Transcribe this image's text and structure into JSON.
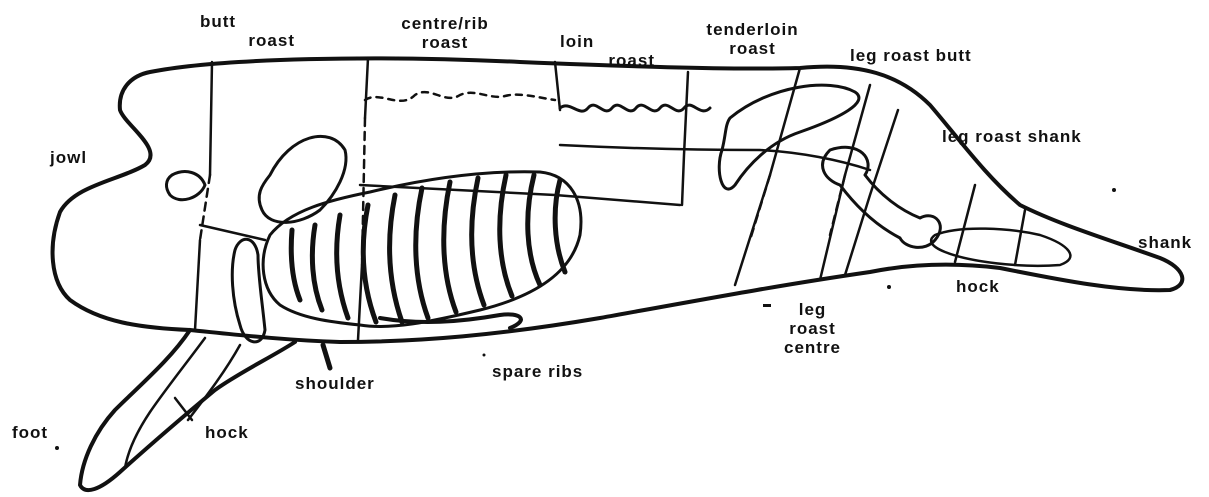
{
  "labels": {
    "butt_roast_1": "butt",
    "butt_roast_2": "roast",
    "centre_rib_1": "centre/rib",
    "centre_rib_2": "roast",
    "loin_1": "loin",
    "loin_2": "roast",
    "tenderloin_1": "tenderloin",
    "tenderloin_2": "roast",
    "leg_roast_butt": "leg roast butt",
    "jowl": "jowl",
    "leg_roast_shank": "leg roast shank",
    "shank": "shank",
    "hock_rear": "hock",
    "leg_centre_1": "leg",
    "leg_centre_2": "roast",
    "leg_centre_3": "centre",
    "shoulder": "shoulder",
    "spare_ribs": "spare ribs",
    "foot": "foot",
    "hock_front": "hock"
  },
  "colors": {
    "line": "#111111",
    "background": "#ffffff"
  }
}
